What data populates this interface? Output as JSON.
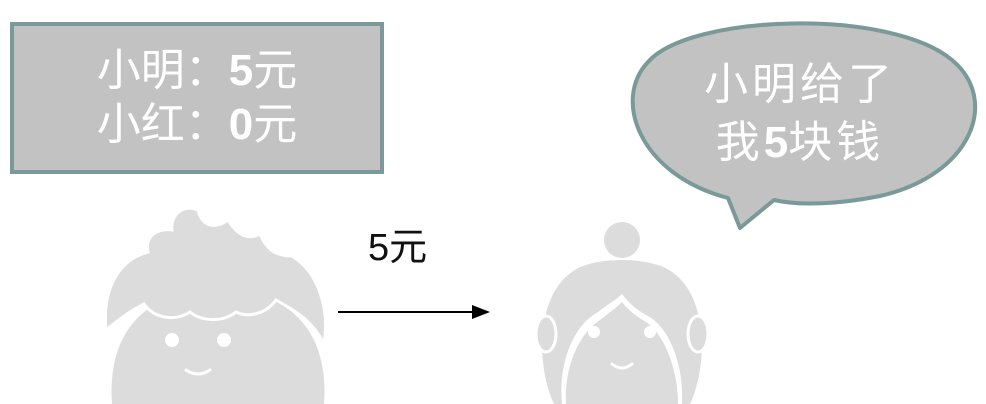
{
  "balance": {
    "ming_name": "小明：",
    "ming_amount": "5",
    "ming_unit": "元",
    "hong_name": "小红：",
    "hong_amount": "0",
    "hong_unit": "元"
  },
  "speech_bubble": {
    "line1": "小明给了",
    "line2_prefix": "我",
    "line2_amount": "5",
    "line2_suffix": "块钱"
  },
  "transfer": {
    "amount": "5",
    "unit": "元"
  },
  "colors": {
    "box_fill": "#c2c2c2",
    "box_border": "#7a9999",
    "figure_gray": "#dcdcdc",
    "text_white": "#ffffff",
    "arrow": "#000000"
  }
}
